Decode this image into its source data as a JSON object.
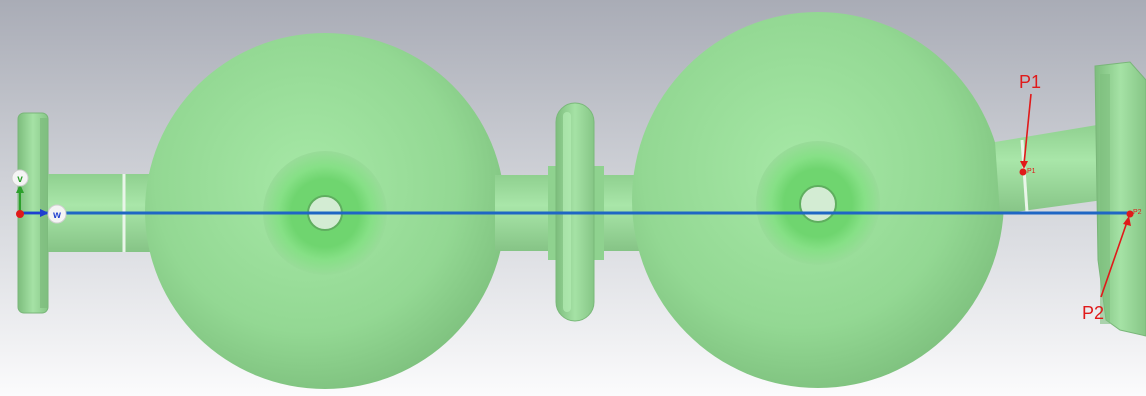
{
  "viewport": {
    "background_top": "#a9acb6",
    "background_bottom": "#fbfbfc",
    "model_color": "#8fdc8f",
    "axis_line_color": "#1f66c4",
    "annotation_color": "#e01a1a"
  },
  "triad": {
    "v_label": "v",
    "w_label": "w",
    "v_color": "#2ca02c",
    "w_color": "#1f3fd0",
    "origin_color": "#e01a1a"
  },
  "points": {
    "p1": {
      "marker_label": "P1",
      "callout_label": "P1"
    },
    "p2": {
      "marker_label": "P2",
      "callout_label": "P2"
    }
  }
}
